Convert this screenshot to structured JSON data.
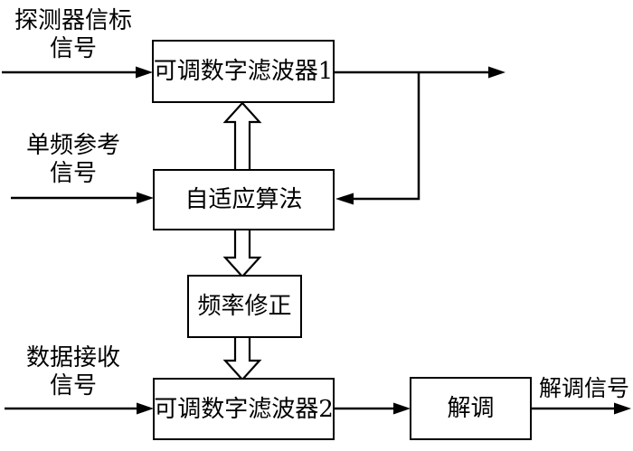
{
  "diagram": {
    "title": "adaptive-digital-filter-block-diagram",
    "colors": {
      "background": "#ffffff",
      "line": "#000000",
      "text": "#000000"
    },
    "boxes": [
      {
        "id": "filter1",
        "label": "可调数字滤波器1"
      },
      {
        "id": "adaptive",
        "label": "自适应算法"
      },
      {
        "id": "freq_correction",
        "label": "频率修正"
      },
      {
        "id": "filter2",
        "label": "可调数字滤波器2"
      },
      {
        "id": "demod",
        "label": "解调"
      }
    ],
    "input_labels": [
      {
        "id": "beacon",
        "line1": "探测器信标",
        "line2": "信号"
      },
      {
        "id": "reference",
        "line1": "单频参考",
        "line2": "信号"
      },
      {
        "id": "data_rx",
        "line1": "数据接收",
        "line2": "信号"
      }
    ],
    "output_label": "解调信号",
    "connections": [
      "beacon-signal -> filter1",
      "filter1 -> output (tapped)",
      "filter1-output -> adaptive (feedback)",
      "reference-signal -> adaptive",
      "adaptive => filter1 (hollow up)",
      "adaptive => freq_correction (hollow down)",
      "freq_correction => filter2 (hollow down)",
      "data-signal -> filter2",
      "filter2 -> demod",
      "demod -> demodulated-output"
    ]
  }
}
